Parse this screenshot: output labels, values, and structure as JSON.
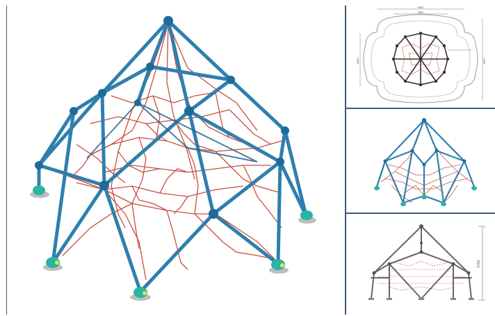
{
  "views": {
    "main": {
      "name": "perspective-view"
    },
    "top_right": {
      "name": "top-plan-view"
    },
    "middle_right": {
      "name": "side-perspective-view"
    },
    "bottom_right": {
      "name": "front-elevation-view"
    }
  },
  "dimensions": {
    "top_width": "5987",
    "top_inner_width": "3800",
    "top_side": "3800",
    "top_right_side": "5987",
    "height": "3750"
  },
  "colors": {
    "frame": "#2f7fad",
    "frame_dark": "#1e5f88",
    "rope": "#c0392b",
    "base": "#2bb3a3",
    "border": "#3a5a78",
    "plan_frame": "#333333"
  }
}
